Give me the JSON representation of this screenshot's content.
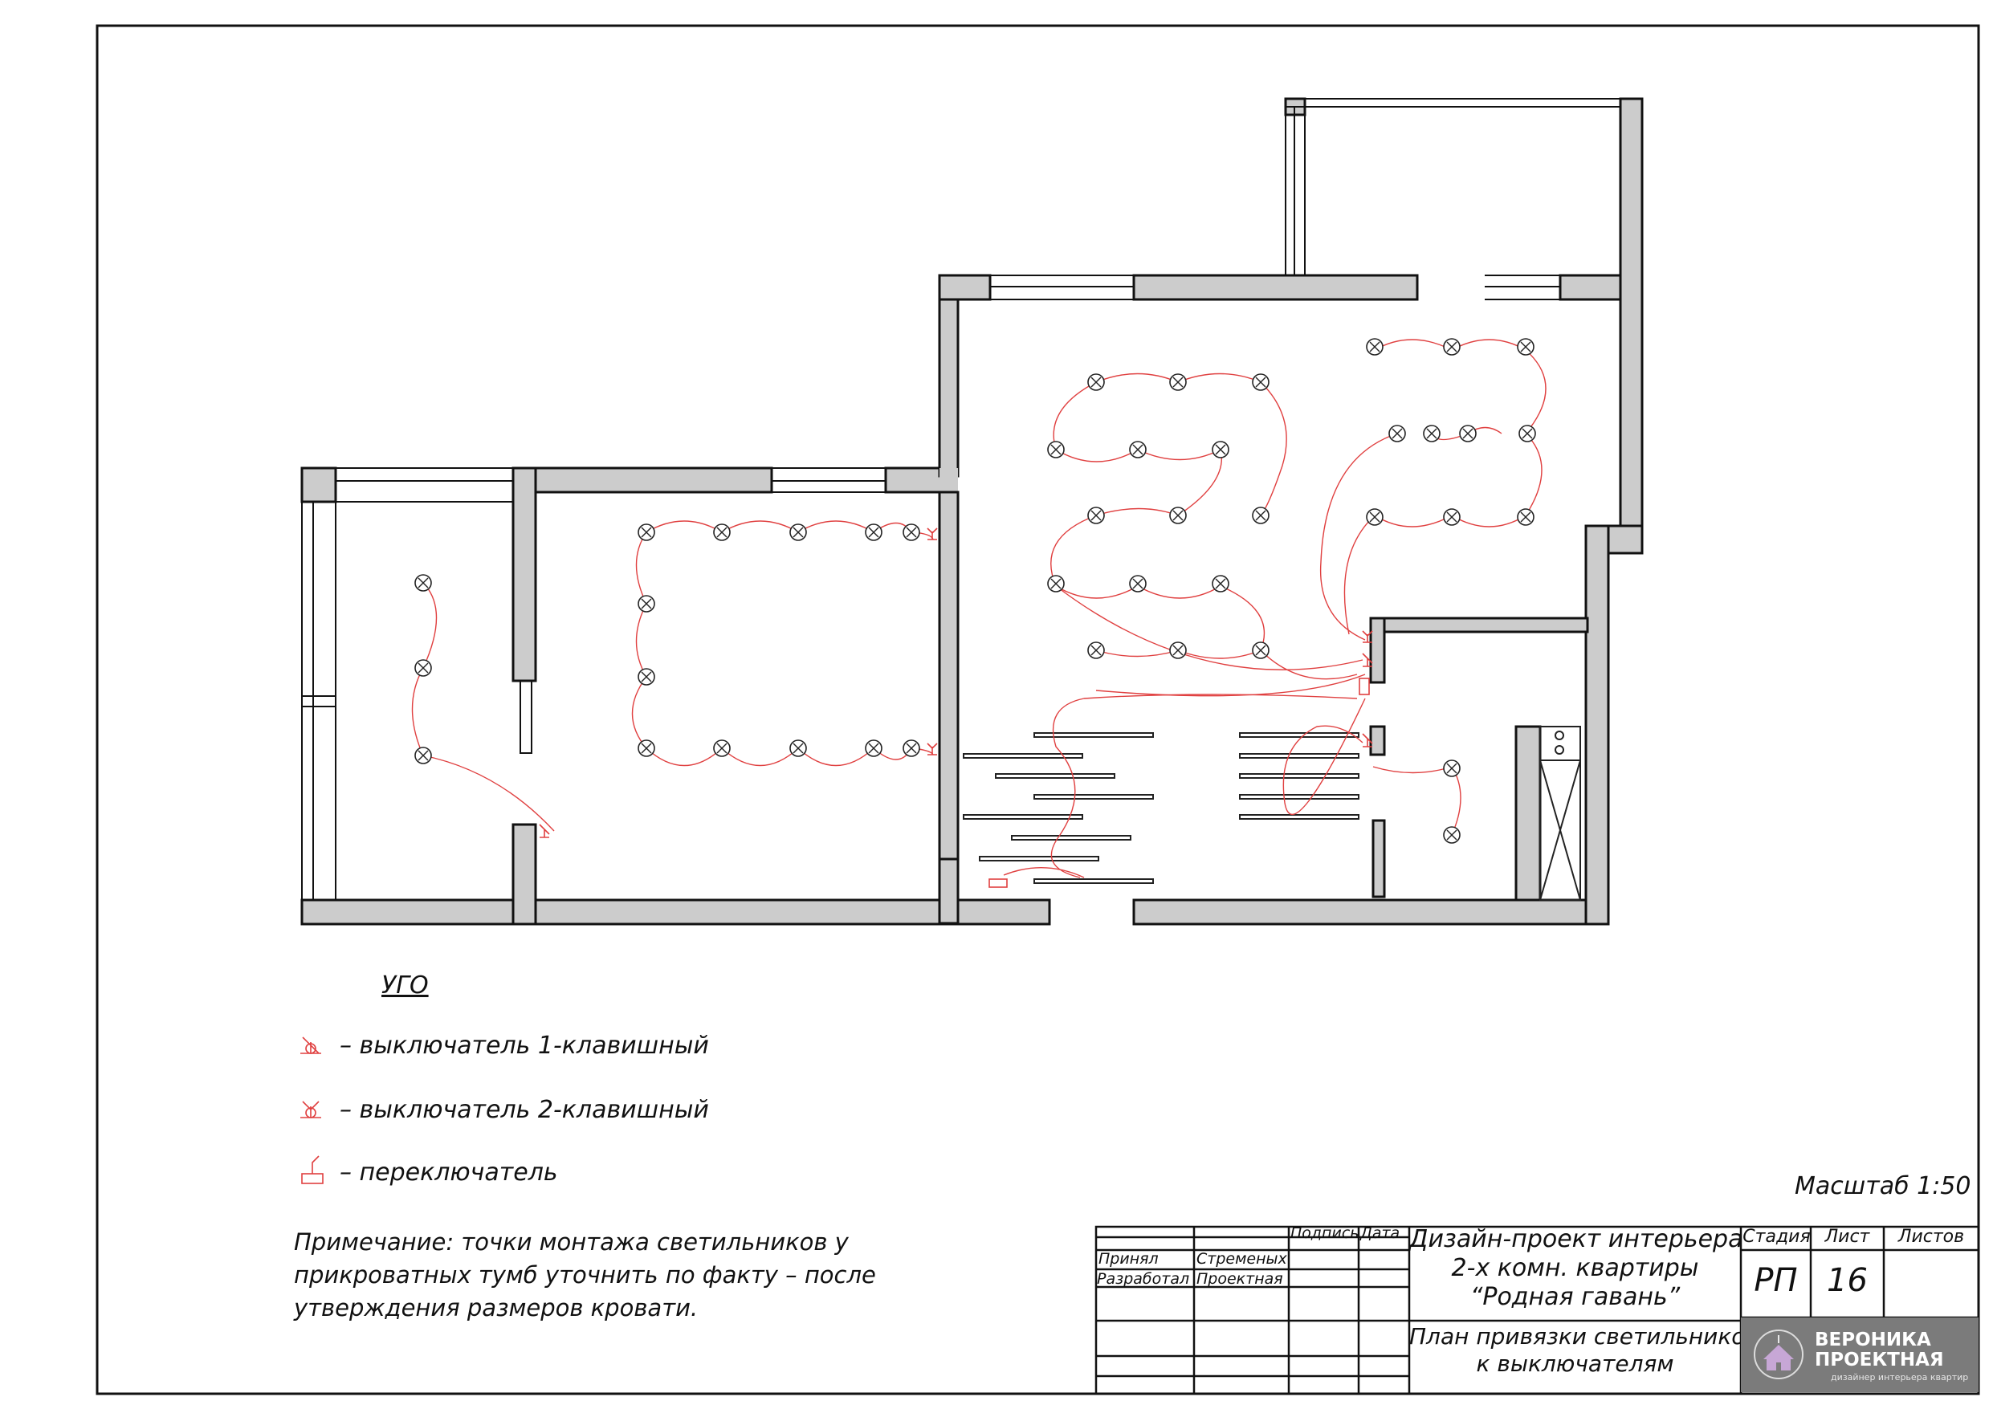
{
  "legend": {
    "title": "УГО",
    "items": [
      {
        "icon": "switch-1-key-icon",
        "label": "– выключатель 1-клавишный"
      },
      {
        "icon": "switch-2-key-icon",
        "label": "– выключатель 2-клавишный"
      },
      {
        "icon": "pass-switch-icon",
        "label": "– переключатель"
      }
    ]
  },
  "note": {
    "line1": "Примечание: точки монтажа светильников у",
    "line2": "прикроватных тумб уточнить по факту – после",
    "line3": "утверждения размеров кровати."
  },
  "scale": "Масштаб 1:50",
  "title_block": {
    "col_sign": "Подпись",
    "col_date": "Дата",
    "row1_role": "Принял",
    "row1_name": "Стременых",
    "row2_role": "Разработал",
    "row2_name": "Проектная",
    "project_line1": "Дизайн-проект интерьера",
    "project_line2": "2-х комн. квартиры",
    "project_line3": "“Родная гавань”",
    "sheet_title_line1": "План привязки светильников",
    "sheet_title_line2": "к выключателям",
    "stage_label": "Стадия",
    "sheet_label": "Лист",
    "sheets_label": "Листов",
    "stage_value": "РП",
    "sheet_value": "16",
    "sheets_value": ""
  },
  "logo": {
    "name_line1": "ВЕРОНИКА",
    "name_line2": "ПРОЕКТНАЯ",
    "tagline": "дизайнер интерьера квартир"
  },
  "colors": {
    "wall_fill": "#cccccc",
    "line": "#111111",
    "electric": "#e04040"
  }
}
